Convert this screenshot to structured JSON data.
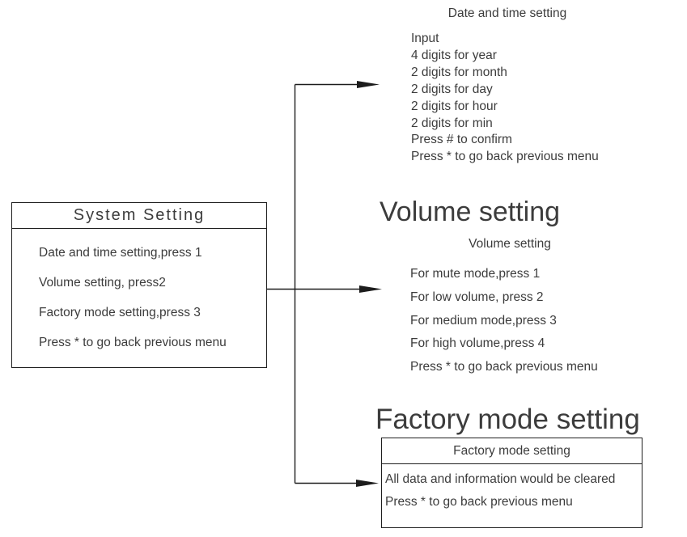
{
  "system_menu": {
    "title": "System Setting",
    "items": [
      "Date and time setting,press 1",
      "Volume setting, press2",
      "Factory mode setting,press 3",
      "Press * to go back previous menu"
    ]
  },
  "date_time_menu": {
    "title": "Date and time setting",
    "lines": [
      "Input",
      "4 digits for year",
      "2 digits for month",
      "2 digits for day",
      "2 digits for hour",
      "2 digits for min",
      "Press # to confirm",
      "Press * to go back previous menu"
    ]
  },
  "volume_menu": {
    "heading": "Volume setting",
    "title": "Volume setting",
    "lines": [
      "For mute mode,press 1",
      "For low volume, press 2",
      "For medium mode,press 3",
      "For high volume,press 4",
      "Press * to go back previous menu"
    ]
  },
  "factory_menu": {
    "heading": "Factory mode setting",
    "title": "Factory mode setting",
    "lines": [
      "All data and information would be cleared",
      "Press * to go back previous menu"
    ]
  },
  "colors": {
    "text": "#3c3c3c",
    "line": "#1c1c1c",
    "background": "#ffffff"
  }
}
